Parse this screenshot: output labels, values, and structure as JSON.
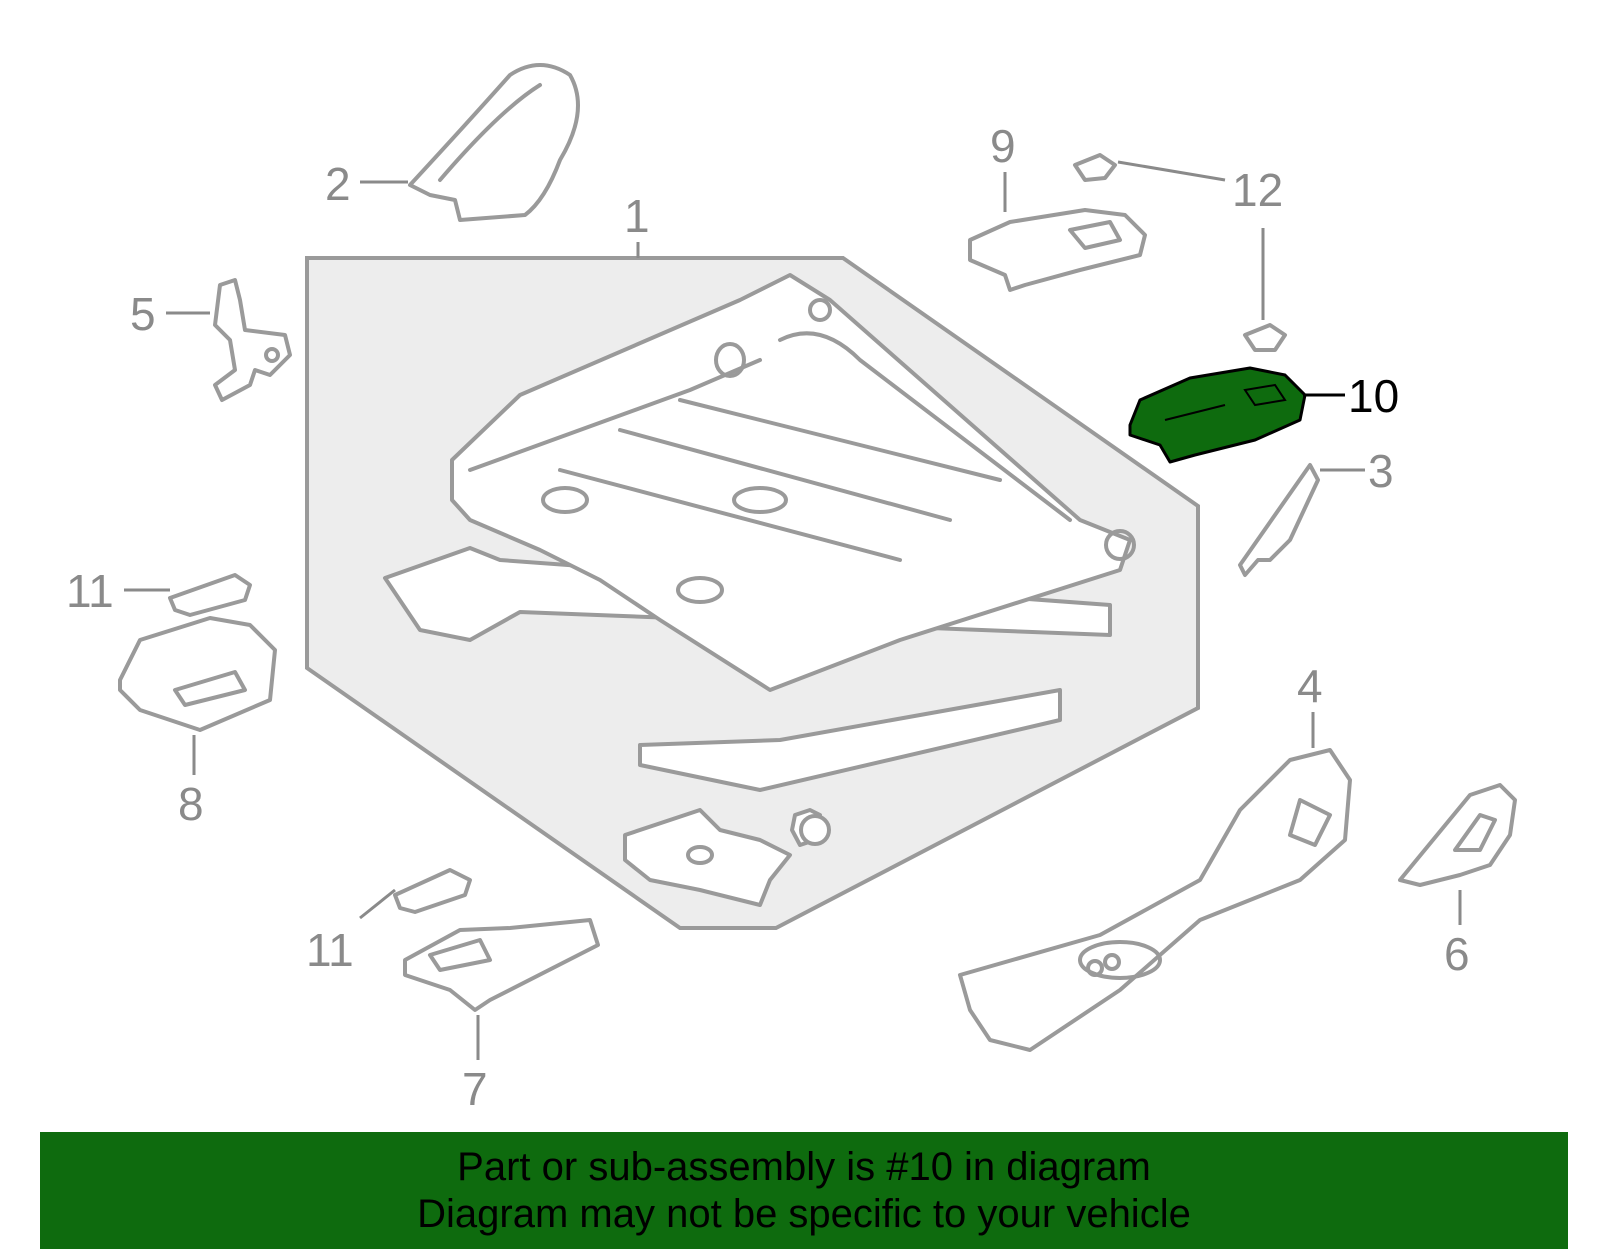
{
  "diagram": {
    "callouts": [
      {
        "id": "1",
        "label": "1"
      },
      {
        "id": "2",
        "label": "2"
      },
      {
        "id": "3",
        "label": "3"
      },
      {
        "id": "4",
        "label": "4"
      },
      {
        "id": "5",
        "label": "5"
      },
      {
        "id": "6",
        "label": "6"
      },
      {
        "id": "7",
        "label": "7"
      },
      {
        "id": "8",
        "label": "8"
      },
      {
        "id": "9",
        "label": "9"
      },
      {
        "id": "10",
        "label": "10"
      },
      {
        "id": "11a",
        "label": "11"
      },
      {
        "id": "11b",
        "label": "11"
      },
      {
        "id": "12",
        "label": "12"
      }
    ],
    "highlight_part": "10",
    "colors": {
      "line": "#9a9a9a",
      "label": "#8a8a8a",
      "highlight_fill": "#0e6b0e",
      "highlight_stroke": "#000000",
      "banner_bg": "#0e6b0e"
    }
  },
  "banner": {
    "line1": "Part or sub-assembly is #10 in diagram",
    "line2": "Diagram may not be specific to your vehicle"
  }
}
